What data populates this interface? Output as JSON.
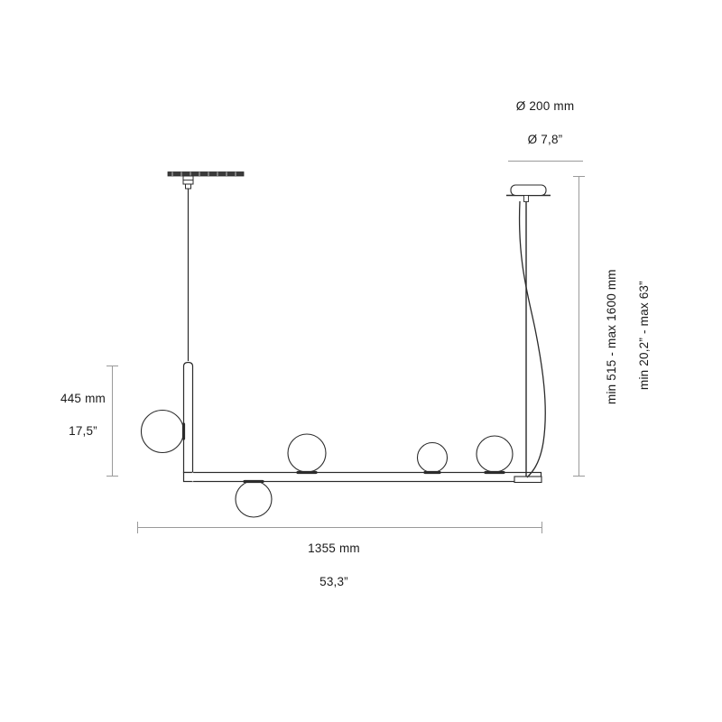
{
  "drawing": {
    "title": "pendant-lamp-technical-dimension-drawing",
    "line_color": "#2b2b2b",
    "dim_line_color": "#9a9a9a",
    "text_color": "#1a1a1a",
    "background": "#ffffff"
  },
  "dimensions": {
    "diameter_mm": "Ø 200 mm",
    "diameter_in": "Ø 7,8”",
    "height_mm": "445 mm",
    "height_in": "17,5”",
    "width_mm": "1355 mm",
    "width_in": "53,3”",
    "drop_mm": "min 515 - max 1600 mm",
    "drop_in": "min 20,2” - max 63”"
  }
}
